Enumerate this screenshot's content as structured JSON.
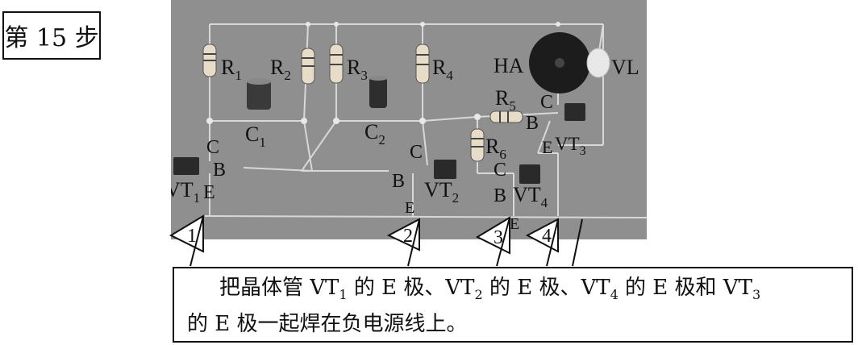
{
  "step_label": "第 15 步",
  "components": {
    "R1": {
      "letter": "R",
      "sub": "1"
    },
    "R2": {
      "letter": "R",
      "sub": "2"
    },
    "R3": {
      "letter": "R",
      "sub": "3"
    },
    "R4": {
      "letter": "R",
      "sub": "4"
    },
    "R5": {
      "letter": "R",
      "sub": "5"
    },
    "R6": {
      "letter": "R",
      "sub": "6"
    },
    "C1": {
      "letter": "C",
      "sub": "1"
    },
    "C2": {
      "letter": "C",
      "sub": "2"
    },
    "HA": "HA",
    "VL": "VL",
    "VT1": {
      "letter": "VT",
      "sub": "1"
    },
    "VT2": {
      "letter": "VT",
      "sub": "2"
    },
    "VT3": {
      "letter": "VT",
      "sub": "3"
    },
    "VT4": {
      "letter": "VT",
      "sub": "4"
    }
  },
  "pins": {
    "vt1_c": "C",
    "vt1_b": "B",
    "vt1_e": "E",
    "vt2_c": "C",
    "vt2_b": "B",
    "vt2_e": "E",
    "vt3_c": "C",
    "vt3_b": "B",
    "vt3_e": "E",
    "vt4_c": "C",
    "vt4_b": "B",
    "vt4_e": "E"
  },
  "markers": [
    "1",
    "2",
    "3",
    "4"
  ],
  "caption": {
    "p1": "把晶体管 VT",
    "s1": "1",
    "p2": " 的 E 极、VT",
    "s2": "2",
    "p3": " 的 E 极、VT",
    "s3": "4",
    "p4": " 的 E 极和 VT",
    "s4": "3",
    "line2": "的 E 极一起焊在负电源线上。"
  }
}
